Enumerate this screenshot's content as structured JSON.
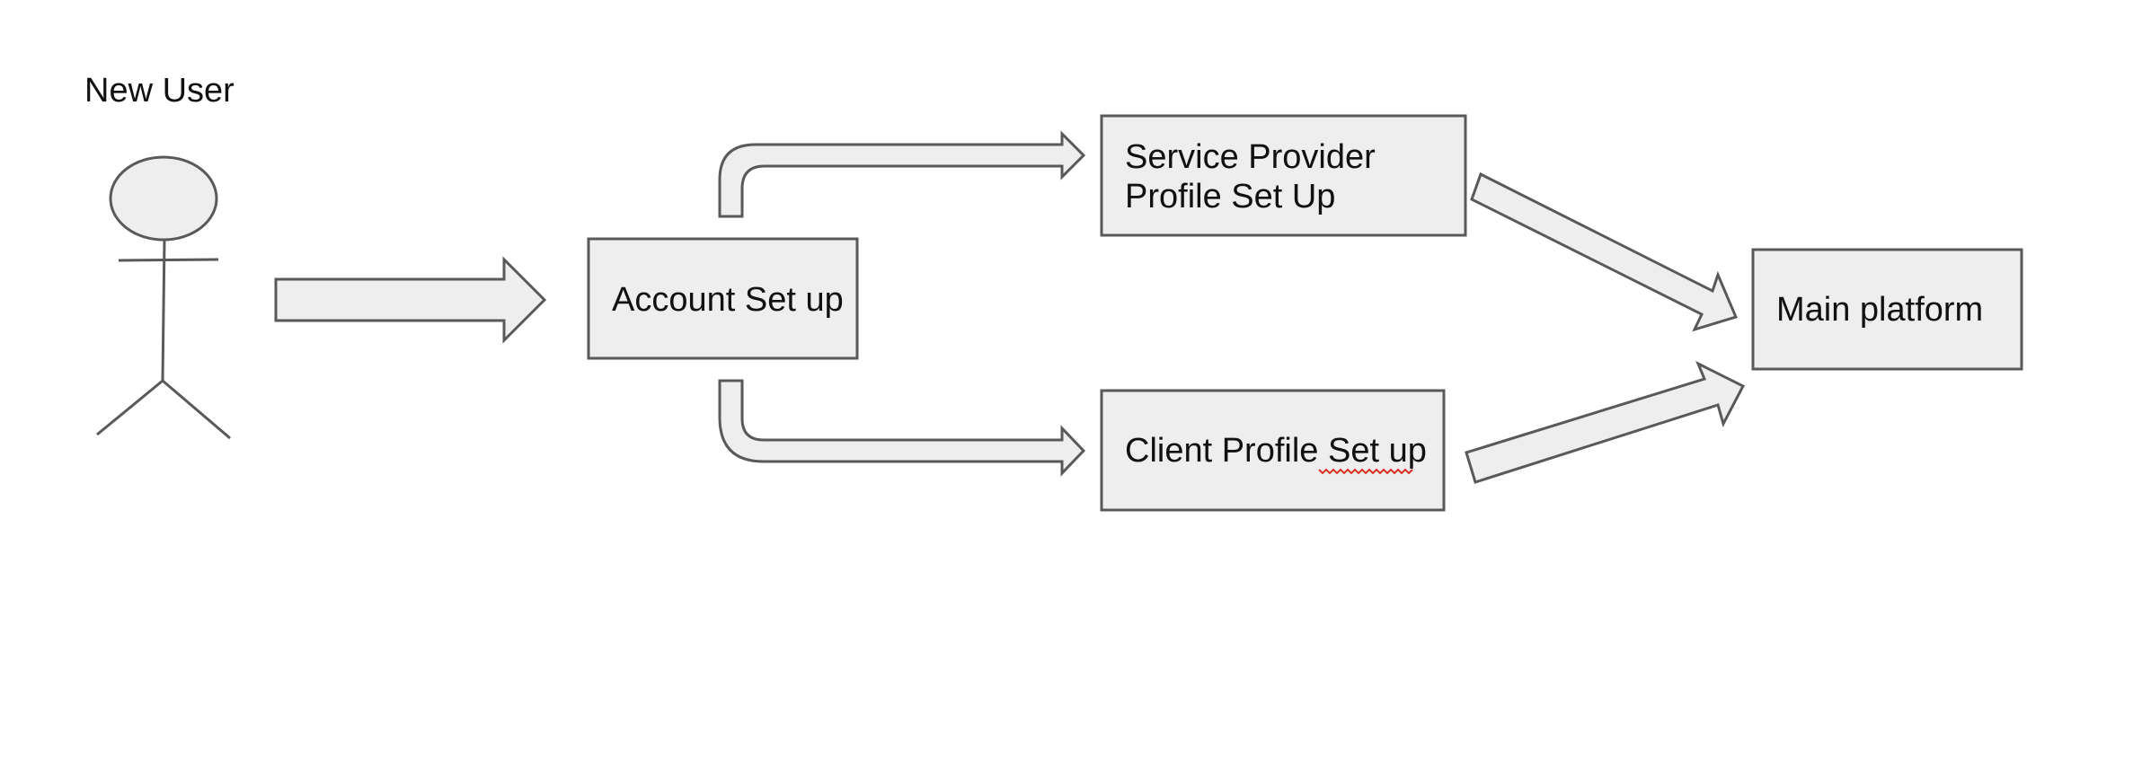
{
  "diagram": {
    "actor_label": "New User",
    "nodes": {
      "account_setup": "Account Set up",
      "service_provider_line1": "Service Provider",
      "service_provider_line2": "Profile Set Up",
      "client_profile": "Client Profile Set up",
      "main_platform": "Main platform"
    }
  },
  "colors": {
    "shape_fill": "#eeeeee",
    "shape_stroke": "#595959",
    "spellcheck_underline": "#d93025"
  }
}
